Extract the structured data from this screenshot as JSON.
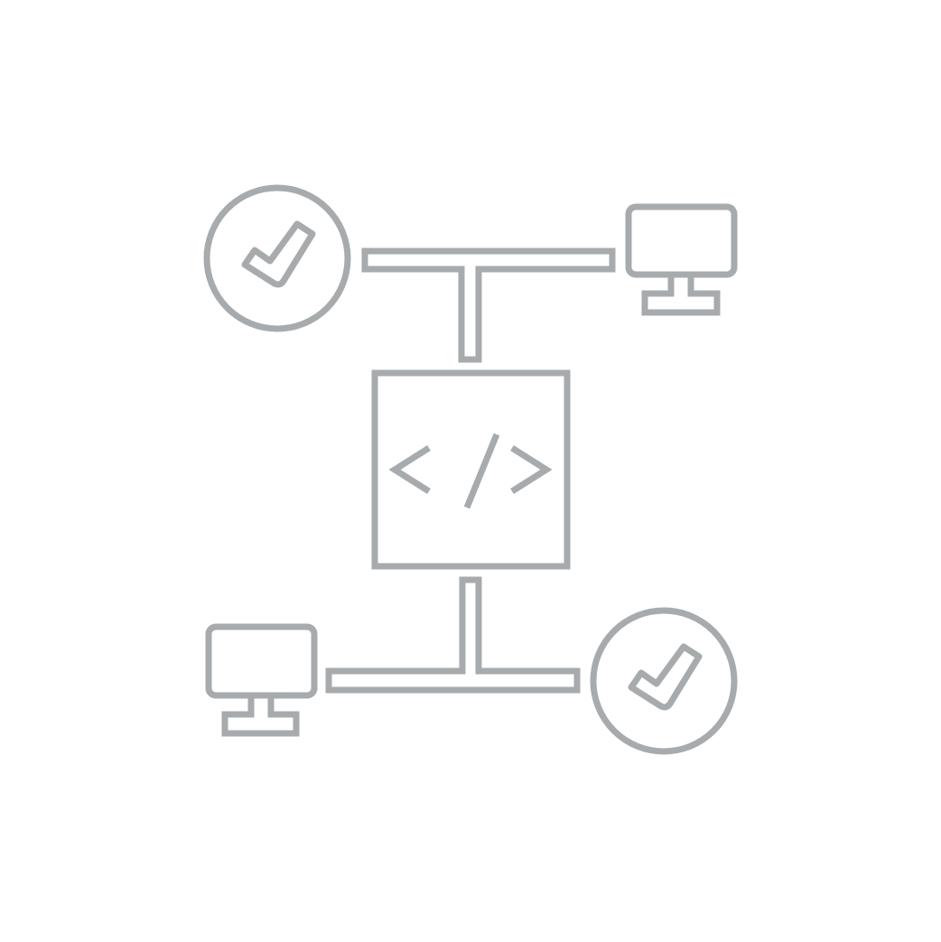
{
  "diagram": {
    "stroke_color": "#a7abad",
    "background_color": "#ffffff",
    "nodes": [
      {
        "name": "code-block",
        "icon": "code-icon"
      },
      {
        "name": "check-circle-top-left",
        "icon": "checkmark-icon"
      },
      {
        "name": "monitor-top-right",
        "icon": "monitor-icon"
      },
      {
        "name": "monitor-bottom-left",
        "icon": "monitor-icon"
      },
      {
        "name": "check-circle-bottom-right",
        "icon": "checkmark-icon"
      }
    ],
    "connectors": [
      {
        "name": "top-t-connector",
        "from": "code-block",
        "to": [
          "check-circle-top-left",
          "monitor-top-right"
        ]
      },
      {
        "name": "bottom-t-connector",
        "from": "code-block",
        "to": [
          "monitor-bottom-left",
          "check-circle-bottom-right"
        ]
      }
    ]
  }
}
